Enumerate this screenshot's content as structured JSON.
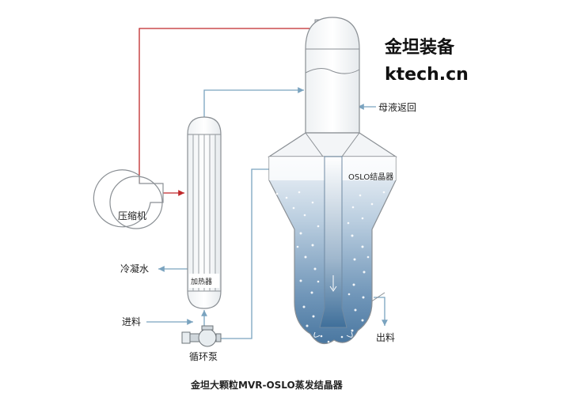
{
  "brand": {
    "name": "金坦装备",
    "url": "ktech.cn"
  },
  "labels": {
    "mother_liquor_return": "母液返回",
    "oslo_crystallizer": "OSLO结晶器",
    "compressor": "压缩机",
    "condensate": "冷凝水",
    "heater": "加热器",
    "feed": "进料",
    "circulation_pump": "循环泵",
    "discharge": "出料"
  },
  "caption": "金坦大颗粒MVR-OSLO蒸发结晶器",
  "colors": {
    "steam_line": "#c0282a",
    "process_line": "#7aa3bf",
    "outline": "#8a8f94",
    "liquid_dark": "#3f6f9a",
    "liquid_light": "#d6e3ee"
  }
}
